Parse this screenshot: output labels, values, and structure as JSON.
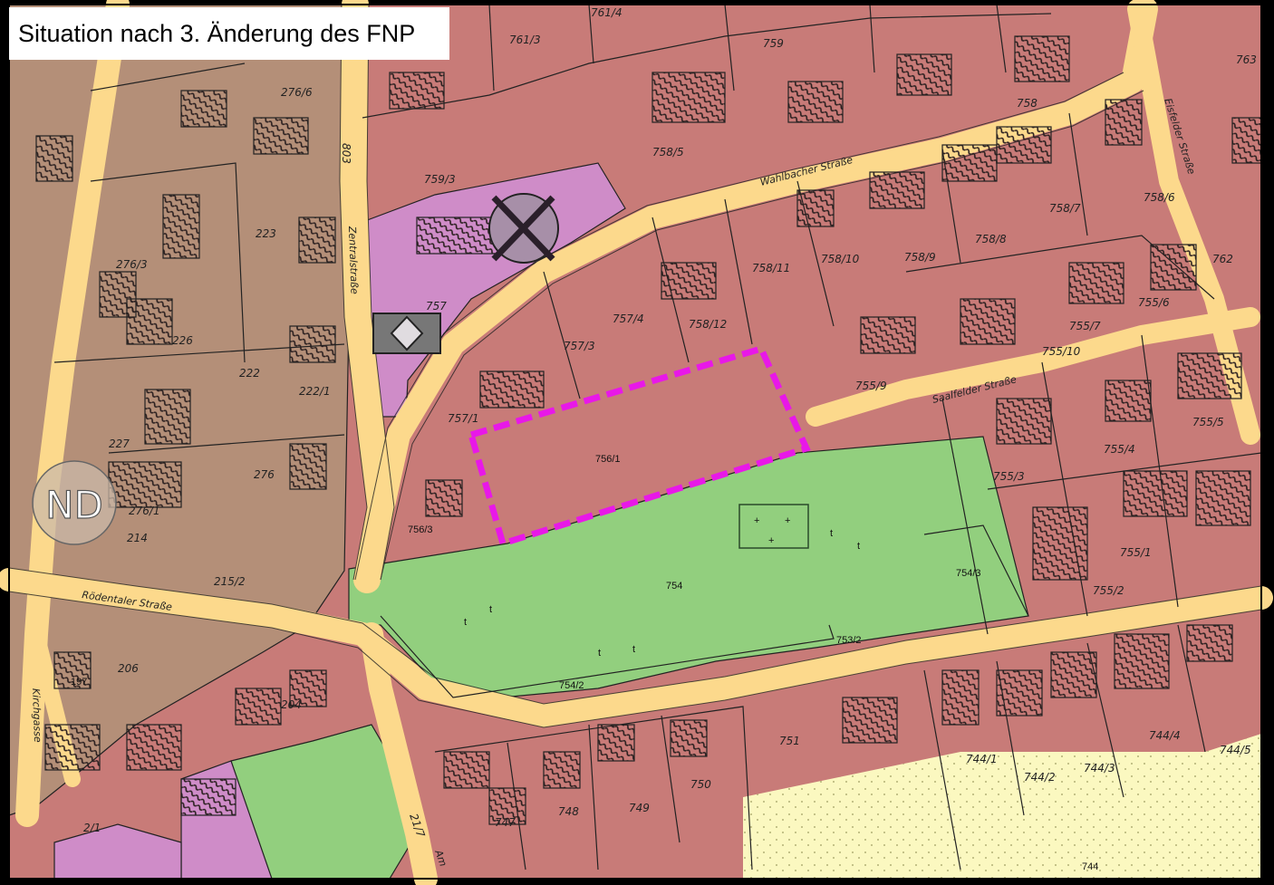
{
  "title": "Situation nach 3. Änderung des FNP",
  "colors": {
    "residential": "#c87b78",
    "village": "#b48f78",
    "public": "#cf8cc8",
    "green": "#92cf7e",
    "road": "#fcd98c",
    "agricultural": "#fbf8c0",
    "boundary": "#e818e8"
  },
  "street_names": {
    "zentralstrasse": "Zentralstraße",
    "wahlbacher": "Wahlbacher Straße",
    "saalfelder": "Saalfelder Straße",
    "roedentaler": "Rödentaler Straße",
    "eisfelder": "Eisfelder Straße",
    "kirchgasse": "Kirchgasse",
    "am": "Am"
  },
  "parcels": {
    "p756_1": "756/1",
    "p756_3": "756/3",
    "p754": "754",
    "p754_2": "754/2",
    "p754_3": "754/3",
    "p753_2": "753/2",
    "p757": "757",
    "p757_1": "757/1",
    "p757_3": "757/3",
    "p757_4": "757/4",
    "p758_12": "758/12",
    "p758_11": "758/11",
    "p758_10": "758/10",
    "p758_9": "758/9",
    "p758_8": "758/8",
    "p758_7": "758/7",
    "p758_6": "758/6",
    "p758_5": "758/5",
    "p758": "758",
    "p759": "759",
    "p759_3": "759/3",
    "p761_3": "761/3",
    "p761_4": "761/4",
    "p755_1": "755/1",
    "p755_2": "755/2",
    "p755_3": "755/3",
    "p755_4": "755/4",
    "p755_5": "755/5",
    "p755_6": "755/6",
    "p755_7": "755/7",
    "p755_9": "755/9",
    "p755_10": "755/10",
    "p751": "751",
    "p750": "750",
    "p749": "749",
    "p748": "748",
    "p747": "747",
    "p744": "744",
    "p744_1": "744/1",
    "p744_2": "744/2",
    "p744_3": "744/3",
    "p744_4": "744/4",
    "p744_5": "744/5",
    "p762": "762",
    "p223": "223",
    "p226": "226",
    "p222": "222",
    "p222_1": "222/1",
    "p227": "227",
    "p276": "276",
    "p276_1": "276/1",
    "p276_3": "276/3",
    "p276_6": "276/6",
    "p214": "214",
    "p215_2": "215/2",
    "p206": "206",
    "p197": "197",
    "p204": "204",
    "p2_1": "2/1",
    "p21_7": "21/7",
    "p803": "803",
    "p763": "763"
  },
  "markers": {
    "nd": "ND",
    "cross_symbol": "church-cross-icon",
    "service_symbol": "public-service-icon"
  }
}
